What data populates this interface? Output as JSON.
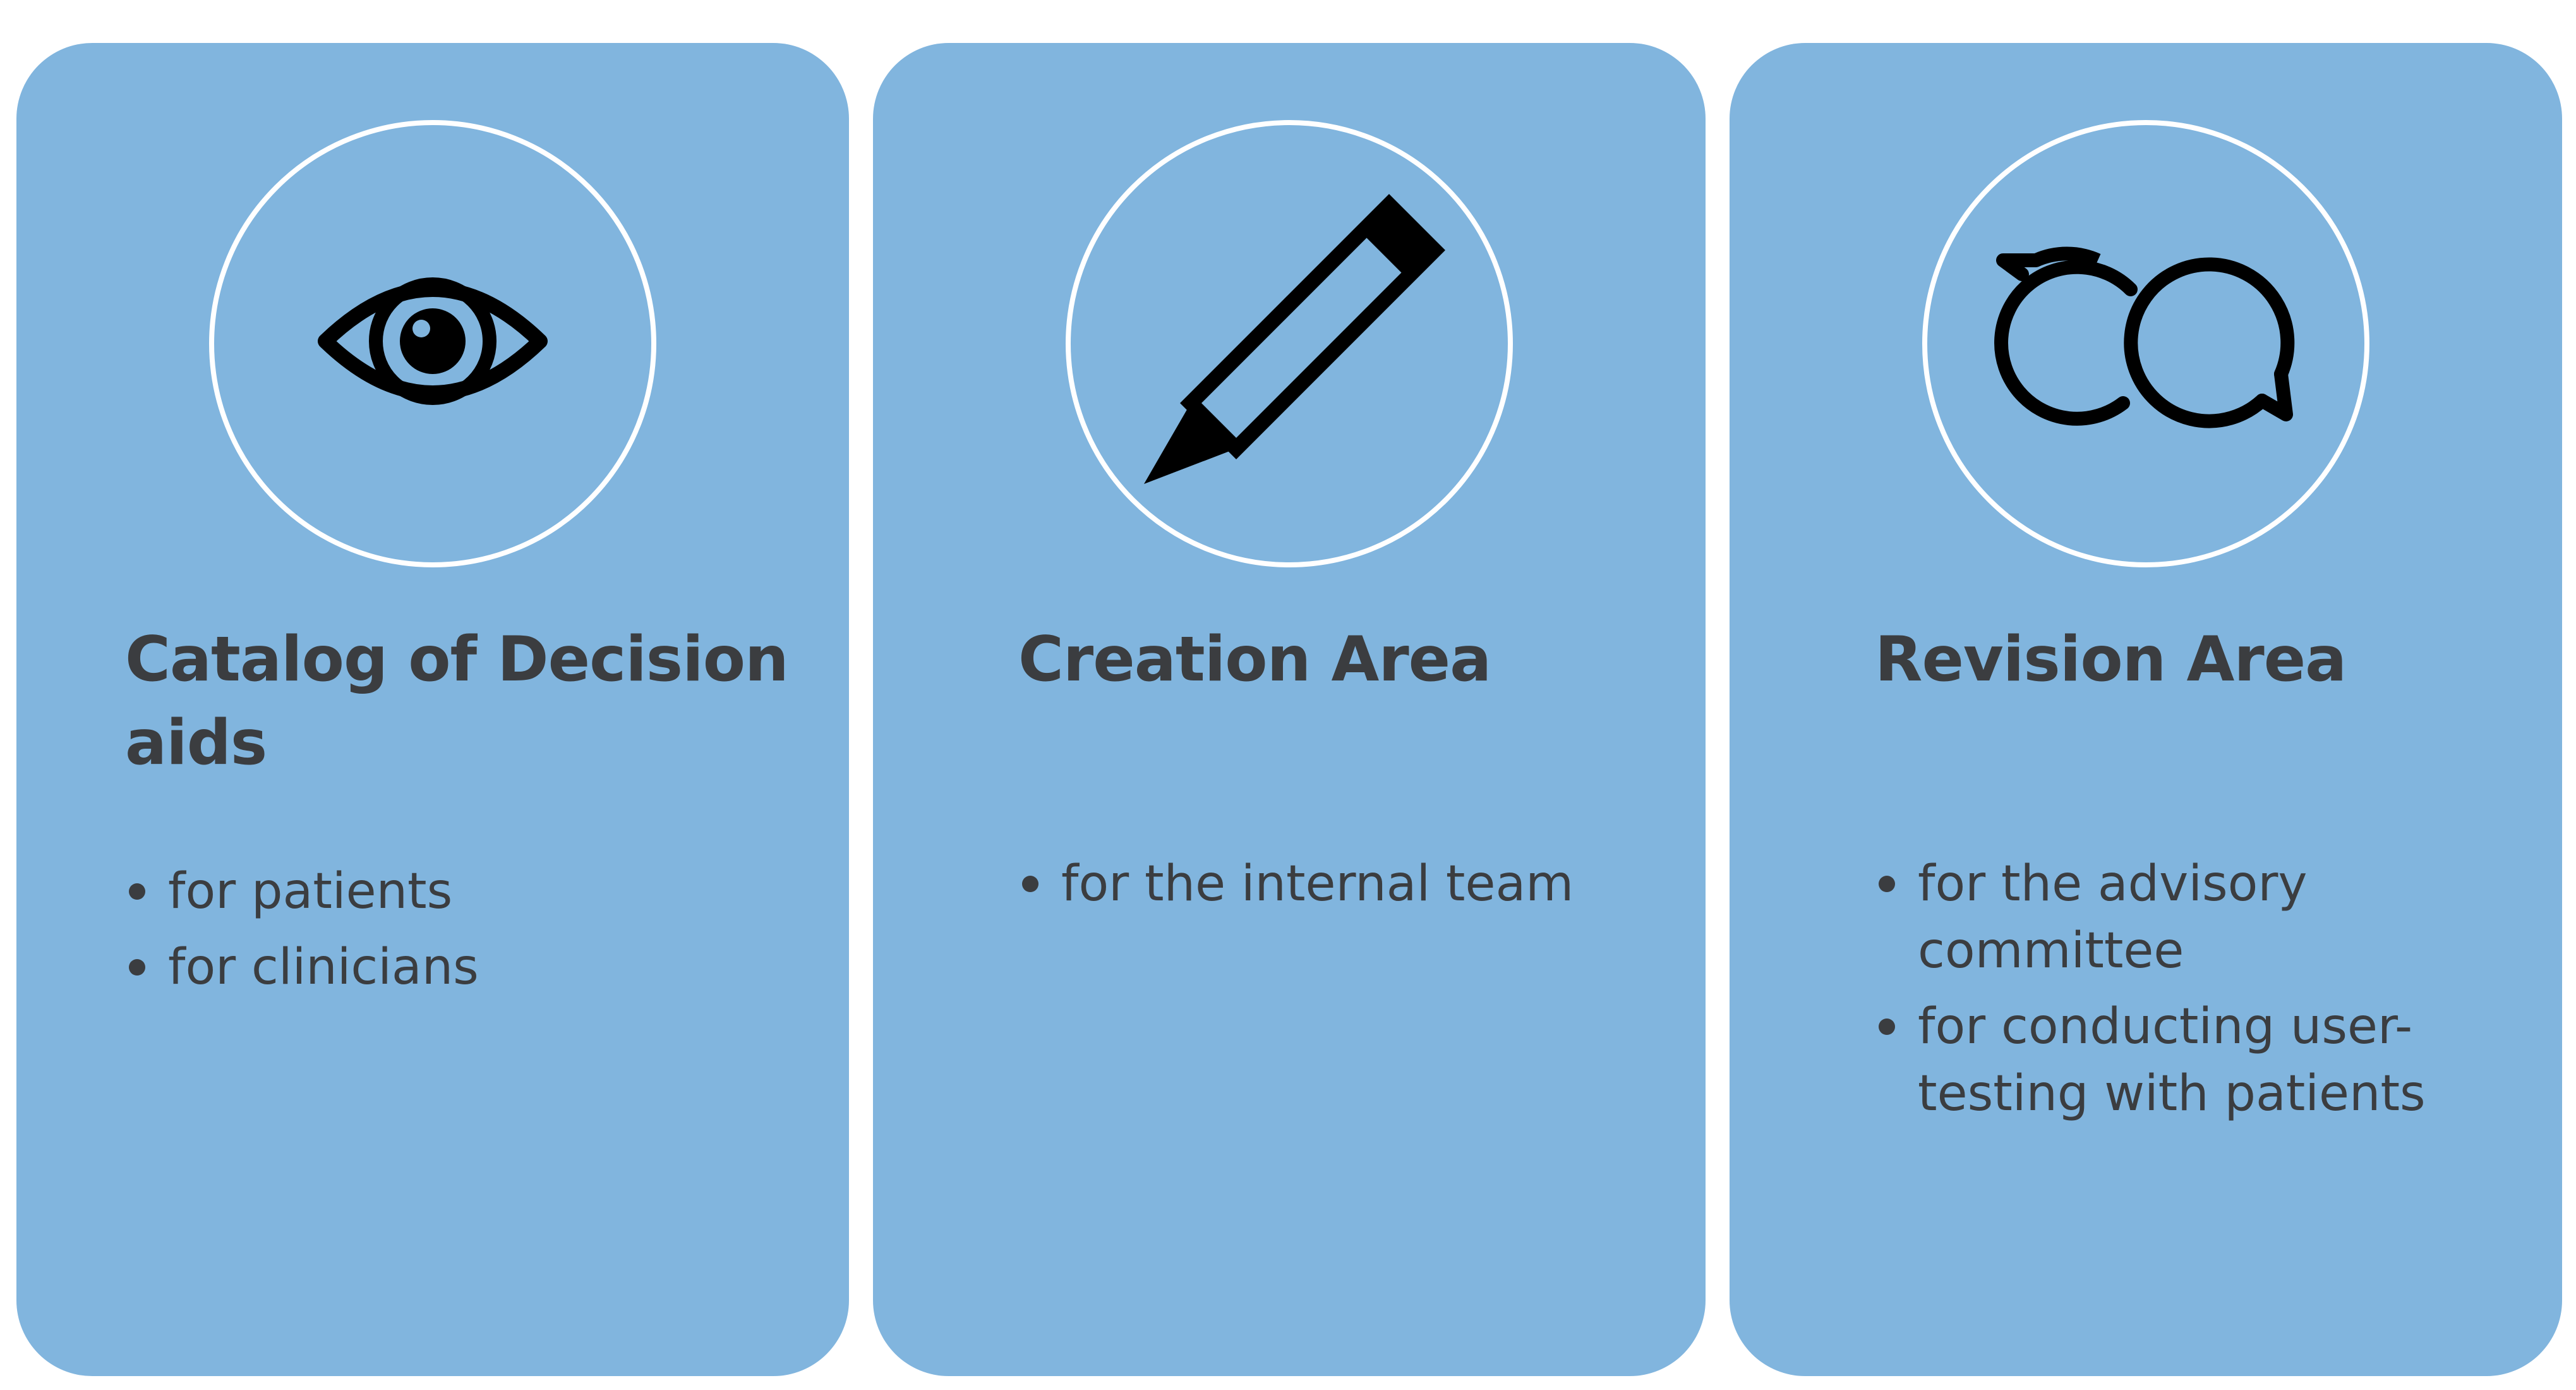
{
  "colors": {
    "panel": "#81b5de",
    "circle_border": "#ffffff",
    "text": "#3b3d40",
    "icon": "#000000"
  },
  "panels": [
    {
      "icon": "eye-icon",
      "title": "Catalog of Decision aids",
      "bullets": [
        "for patients",
        "for clinicians"
      ]
    },
    {
      "icon": "pencil-icon",
      "title": "Creation Area",
      "bullets": [
        "for the internal team"
      ]
    },
    {
      "icon": "speech-bubbles-icon",
      "title": "Revision Area",
      "bullets": [
        "for the advisory committee",
        "for conducting user-testing with patients"
      ]
    }
  ]
}
